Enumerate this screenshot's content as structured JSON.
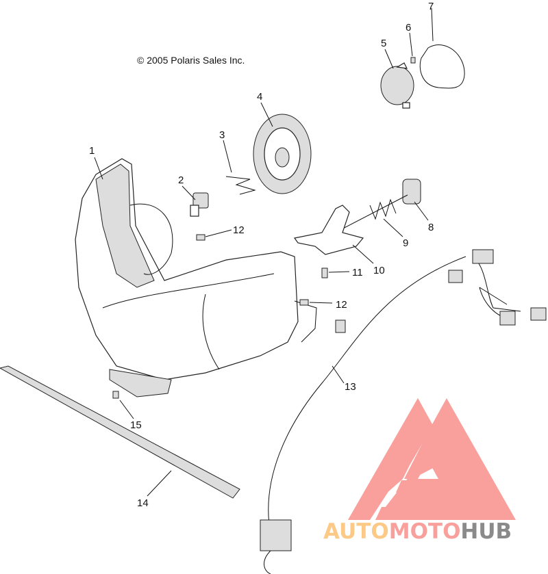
{
  "copyright": "© 2005 Polaris Sales Inc.",
  "callouts": [
    {
      "id": "1",
      "label": "1"
    },
    {
      "id": "2",
      "label": "2"
    },
    {
      "id": "3",
      "label": "3"
    },
    {
      "id": "4",
      "label": "4"
    },
    {
      "id": "5",
      "label": "5"
    },
    {
      "id": "6",
      "label": "6"
    },
    {
      "id": "7",
      "label": "7"
    },
    {
      "id": "8",
      "label": "8"
    },
    {
      "id": "9",
      "label": "9"
    },
    {
      "id": "10",
      "label": "10"
    },
    {
      "id": "11",
      "label": "11"
    },
    {
      "id": "12a",
      "label": "12"
    },
    {
      "id": "12b",
      "label": "12"
    },
    {
      "id": "13",
      "label": "13"
    },
    {
      "id": "14",
      "label": "14"
    },
    {
      "id": "15",
      "label": "15"
    }
  ],
  "watermark": {
    "part1": "AUTO",
    "part2": "MOTO",
    "part3": "HUB",
    "colors": {
      "auto": "#fcc987",
      "moto": "#f9a09c",
      "hub": "#8a8a8a",
      "triangle": "#f9a09c"
    }
  }
}
